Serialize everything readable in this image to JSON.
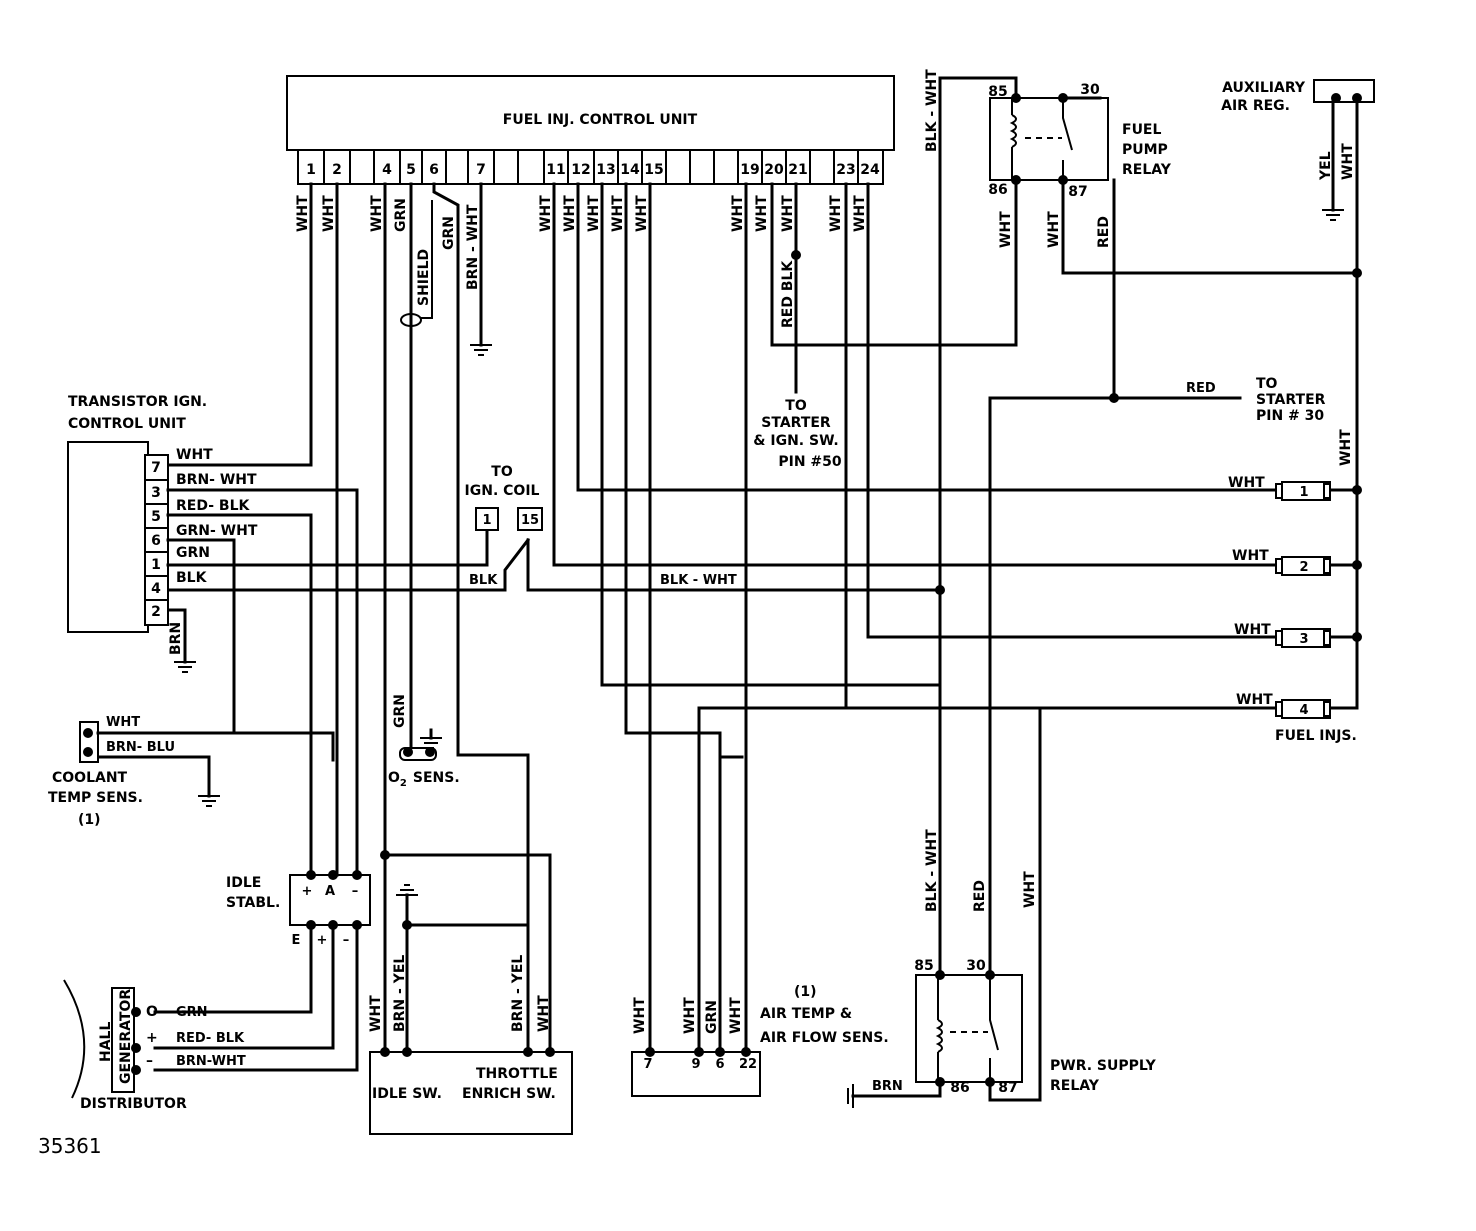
{
  "ecu": {
    "title": "FUEL INJ. CONTROL UNIT",
    "pins": [
      "1",
      "2",
      "4",
      "5",
      "6",
      "7",
      "11",
      "12",
      "13",
      "14",
      "15",
      "19",
      "20",
      "21",
      "23",
      "24"
    ]
  },
  "wires": {
    "ecu_pin1": "WHT",
    "ecu_pin2": "WHT",
    "ecu_pin4": "WHT",
    "ecu_pin5": "GRN",
    "ecu_pin6": "GRN",
    "shield": "SHIELD",
    "ecu_pin7": "BRN - WHT",
    "ecu_pin11": "WHT",
    "ecu_pin12": "WHT",
    "ecu_pin13": "WHT",
    "ecu_pin14": "WHT",
    "ecu_pin15": "WHT",
    "ecu_pin19": "WHT",
    "ecu_pin20": "WHT",
    "ecu_pin21": "WHT",
    "ecu_pin23": "WHT",
    "ecu_pin24": "WHT",
    "red_blk": "RED BLK",
    "blk_wht_top": "BLK - WHT",
    "relay_86_wht": "WHT",
    "relay_87_wht": "WHT",
    "relay_87_red": "RED",
    "aux_yel": "YEL",
    "aux_wht": "WHT",
    "red_starter": "RED",
    "right_bus_wht": "WHT",
    "inj1_wht": "WHT",
    "inj2_wht": "WHT",
    "inj3_wht": "WHT",
    "inj4_wht": "WHT",
    "blk": "BLK",
    "blk_wht_mid": "BLK - WHT",
    "o2_grn": "GRN",
    "pwr_blk_wht": "BLK - WHT",
    "pwr_red": "RED",
    "pwr_wht": "WHT",
    "pwr_brn": "BRN",
    "idle_wht": "WHT",
    "idle_brn_yel": "BRN - YEL",
    "thr_brn_yel": "BRN - YEL",
    "thr_wht": "WHT",
    "af_7": "WHT",
    "af_9": "WHT",
    "af_6": "GRN",
    "af_22": "WHT",
    "tic_brn": "BRN"
  },
  "transistor_ign": {
    "title_line1": "TRANSISTOR IGN.",
    "title_line2": "CONTROL UNIT",
    "pins": [
      "7",
      "3",
      "5",
      "6",
      "1",
      "4",
      "2"
    ],
    "wire_labels": [
      "WHT",
      "BRN- WHT",
      "RED- BLK",
      "GRN- WHT",
      "GRN",
      "BLK"
    ]
  },
  "ign_coil": {
    "label_line1": "TO",
    "label_line2": "IGN. COIL",
    "terminal_1": "1",
    "terminal_15": "15"
  },
  "starter_ign": {
    "line1": "TO",
    "line2": "STARTER",
    "line3": "& IGN. SW.",
    "line4": "PIN #50"
  },
  "starter_30": {
    "line1": "TO",
    "line2": "STARTER",
    "line3": "PIN # 30"
  },
  "fuel_pump_relay": {
    "label_line1": "FUEL",
    "label_line2": "PUMP",
    "label_line3": "RELAY",
    "t85": "85",
    "t30": "30",
    "t86": "86",
    "t87": "87"
  },
  "aux_air_reg": {
    "line1": "AUXILIARY",
    "line2": "AIR REG."
  },
  "fuel_injectors": {
    "label": "FUEL INJS.",
    "numbers": [
      "1",
      "2",
      "3",
      "4"
    ]
  },
  "coolant": {
    "wire1": "WHT",
    "wire2": "BRN- BLU",
    "line1": "COOLANT",
    "line2": "TEMP SENS.",
    "note": "(1)"
  },
  "o2_sensor": {
    "label": "O",
    "sub": "2",
    "label2": "SENS."
  },
  "idle_stabl": {
    "line1": "IDLE",
    "line2": "STABL.",
    "top": [
      "+",
      "A",
      "–"
    ],
    "bottom": [
      "E",
      "+",
      "–"
    ]
  },
  "hall": {
    "label_line1": "HALL",
    "label_line2": "GENERATOR",
    "distributor": "DISTRIBUTOR",
    "symbols": [
      "O",
      "+",
      "–"
    ],
    "wire_labels": [
      "GRN",
      "RED- BLK",
      "BRN-WHT"
    ]
  },
  "switches": {
    "idle": "IDLE SW.",
    "throttle_line1": "THROTTLE",
    "throttle_line2": "ENRICH SW."
  },
  "air_flow": {
    "note": "(1)",
    "line1": "AIR TEMP &",
    "line2": "AIR FLOW SENS.",
    "pins": [
      "7",
      "9",
      "6",
      "22"
    ]
  },
  "pwr_supply_relay": {
    "label_line1": "PWR. SUPPLY",
    "label_line2": "RELAY",
    "t85": "85",
    "t30": "30",
    "t86": "86",
    "t87": "87"
  },
  "figure_number": "35361"
}
